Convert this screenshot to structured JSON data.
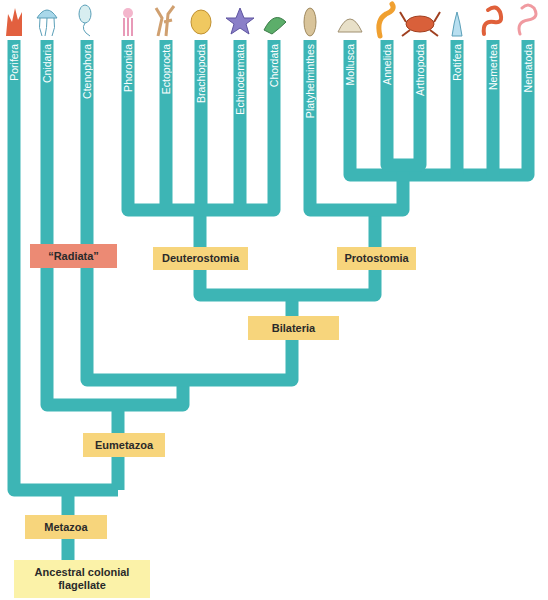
{
  "diagram": {
    "nodes": [
      {
        "text": [
          "“Radiata”"
        ]
      },
      {
        "text": [
          "Deuterostomia"
        ]
      },
      {
        "text": [
          "Protostomia"
        ]
      },
      {
        "text": [
          "Bilateria"
        ]
      },
      {
        "text": [
          "Eumetazoa"
        ]
      },
      {
        "text": [
          "Metazoa"
        ]
      },
      {
        "text": [
          "Ancestral colonial flagellate"
        ]
      }
    ],
    "labels": [
      "Porifera",
      "Cnidaria",
      "Ctenophora",
      "Phoronida",
      "Ectoprocta",
      "Brachiopoda",
      "Echinodermata",
      "Chordata",
      "Platyhelminthes",
      "Mollusca",
      "Annelida",
      "Arthropoda",
      "Rotifera",
      "Nemertea",
      "Nematoda"
    ]
  }
}
